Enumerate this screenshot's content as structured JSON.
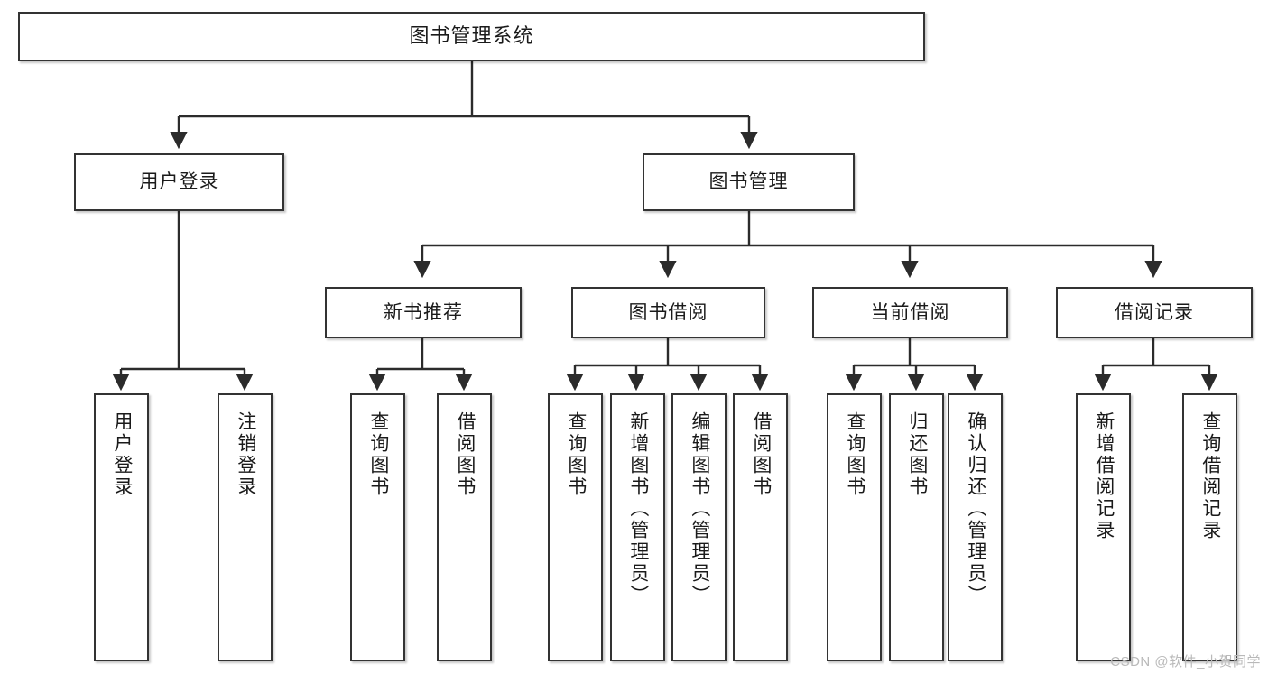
{
  "diagram": {
    "type": "tree-hierarchy",
    "title": "图书管理系统",
    "watermark": "CSDN @软件_小贺同学",
    "colors": {
      "box_border": "#333333",
      "box_fill": "#ffffff",
      "connector": "#2b2b2b",
      "text": "#1a1a1a",
      "watermark": "#b9b9b9",
      "background": "#ffffff"
    },
    "root": {
      "label": "图书管理系统"
    },
    "level2": [
      {
        "label": "用户登录"
      },
      {
        "label": "图书管理"
      }
    ],
    "level3": [
      {
        "label": "新书推荐"
      },
      {
        "label": "图书借阅"
      },
      {
        "label": "当前借阅"
      },
      {
        "label": "借阅记录"
      }
    ],
    "leaves": {
      "user_login": [
        {
          "label": "用户登录"
        },
        {
          "label": "注销登录"
        }
      ],
      "new_book": [
        {
          "label": "查询图书"
        },
        {
          "label": "借阅图书"
        }
      ],
      "book_borrow": [
        {
          "label": "查询图书"
        },
        {
          "label": "新增图书（管理员）"
        },
        {
          "label": "编辑图书（管理员）"
        },
        {
          "label": "借阅图书"
        }
      ],
      "current_borrow": [
        {
          "label": "查询图书"
        },
        {
          "label": "归还图书"
        },
        {
          "label": "确认归还（管理员）"
        }
      ],
      "borrow_record": [
        {
          "label": "新增借阅记录"
        },
        {
          "label": "查询借阅记录"
        }
      ]
    }
  }
}
